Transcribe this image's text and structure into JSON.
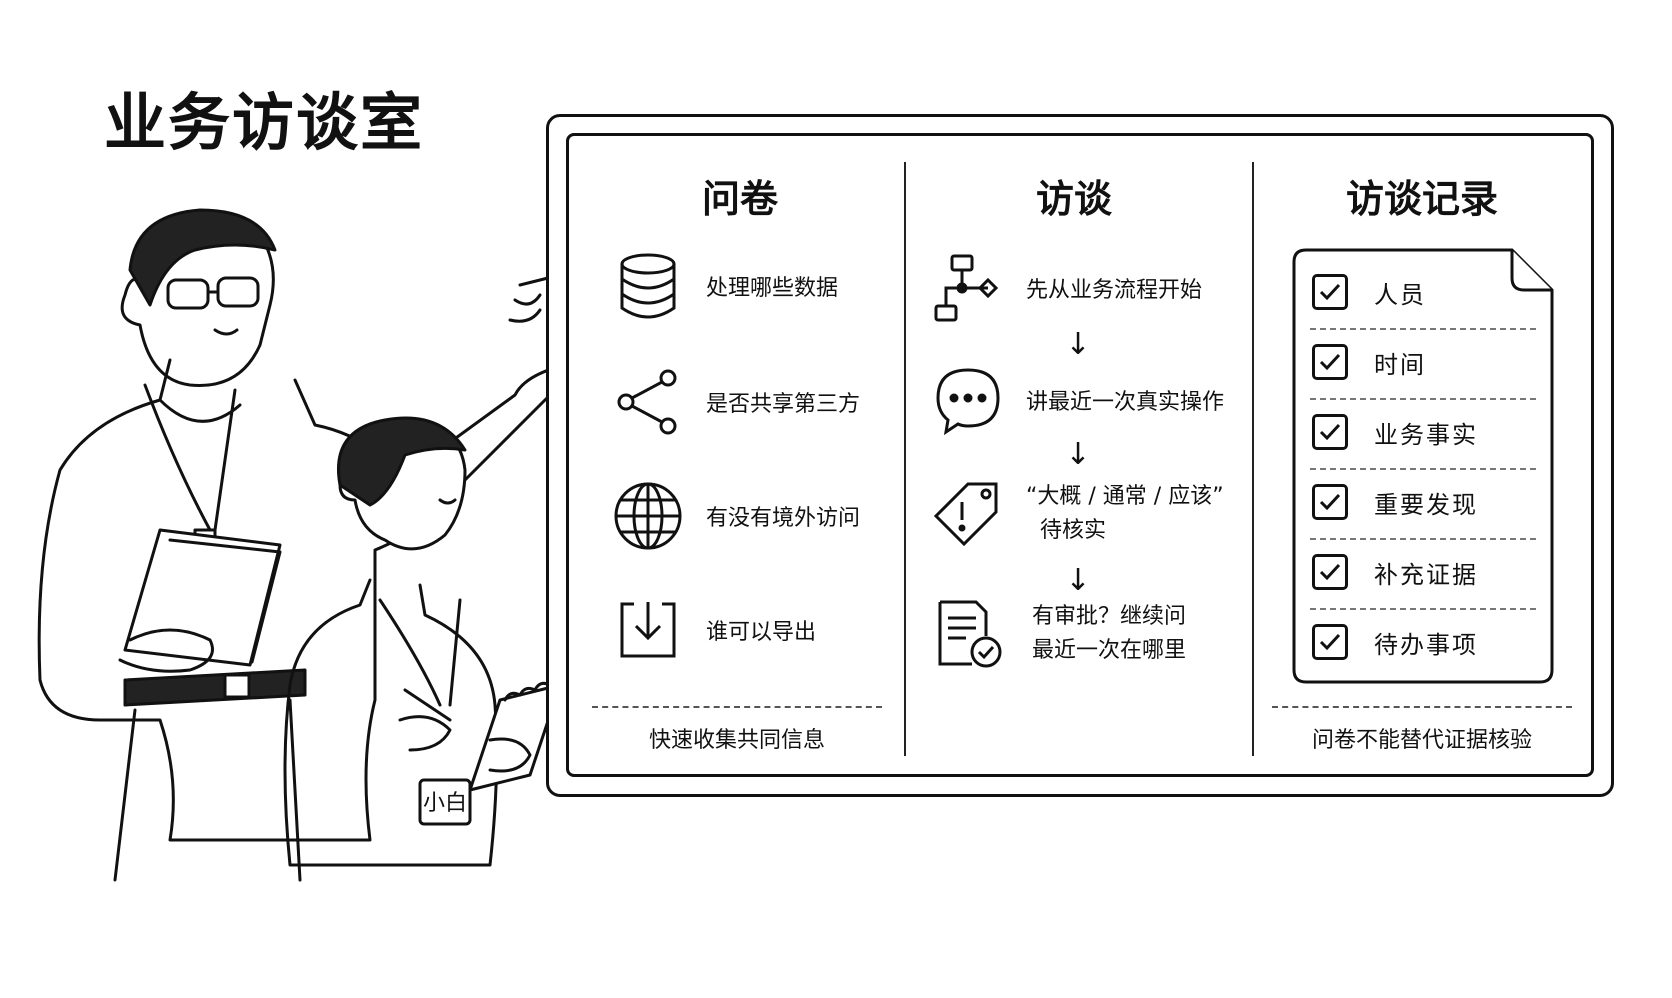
{
  "page_title": "业务访谈室",
  "badge_name": "小白",
  "columns": {
    "questionnaire": {
      "title": "问卷",
      "items": [
        {
          "icon": "database-icon",
          "text": "处理哪些数据"
        },
        {
          "icon": "share-icon",
          "text": "是否共享第三方"
        },
        {
          "icon": "globe-icon",
          "text": "有没有境外访问"
        },
        {
          "icon": "download-icon",
          "text": "谁可以导出"
        }
      ],
      "footer": "快速收集共同信息"
    },
    "interview": {
      "title": "访谈",
      "steps": [
        {
          "icon": "flowchart-icon",
          "lines": [
            "先从业务流程开始"
          ]
        },
        {
          "icon": "chat-bubble-icon",
          "lines": [
            "讲最近一次真实操作"
          ]
        },
        {
          "icon": "alert-tag-icon",
          "lines": [
            "“大概 / 通常 / 应该”",
            "待核实"
          ]
        },
        {
          "icon": "approved-document-icon",
          "lines": [
            "有审批？继续问",
            "最近一次在哪里"
          ]
        }
      ],
      "arrow": "↓"
    },
    "record": {
      "title": "访谈记录",
      "items": [
        "人员",
        "时间",
        "业务事实",
        "重要发现",
        "补充证据",
        "待办事项"
      ],
      "footer": "问卷不能替代证据核验"
    }
  }
}
